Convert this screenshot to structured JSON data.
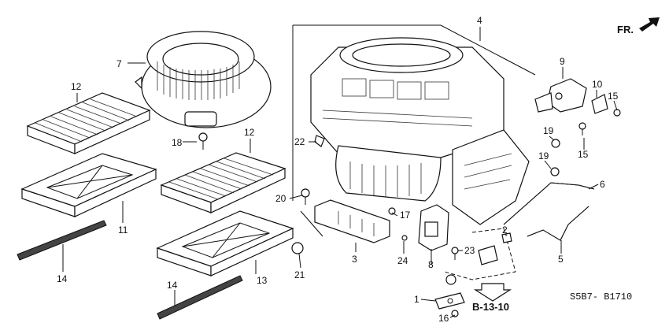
{
  "direction_label": "FR.",
  "reference_label": "B-13-10",
  "drawing_code": "S5B7- B1710",
  "callouts": {
    "c1": "1",
    "c2": "2",
    "c3": "3",
    "c4": "4",
    "c5": "5",
    "c6": "6",
    "c7": "7",
    "c8": "8",
    "c9": "9",
    "c10": "10",
    "c11": "11",
    "c12a": "12",
    "c12b": "12",
    "c13": "13",
    "c14a": "14",
    "c14b": "14",
    "c15a": "15",
    "c15b": "15",
    "c16": "16",
    "c17": "17",
    "c18": "18",
    "c19a": "19",
    "c19b": "19",
    "c20": "20",
    "c21": "21",
    "c22": "22",
    "c23": "23",
    "c24": "24"
  }
}
